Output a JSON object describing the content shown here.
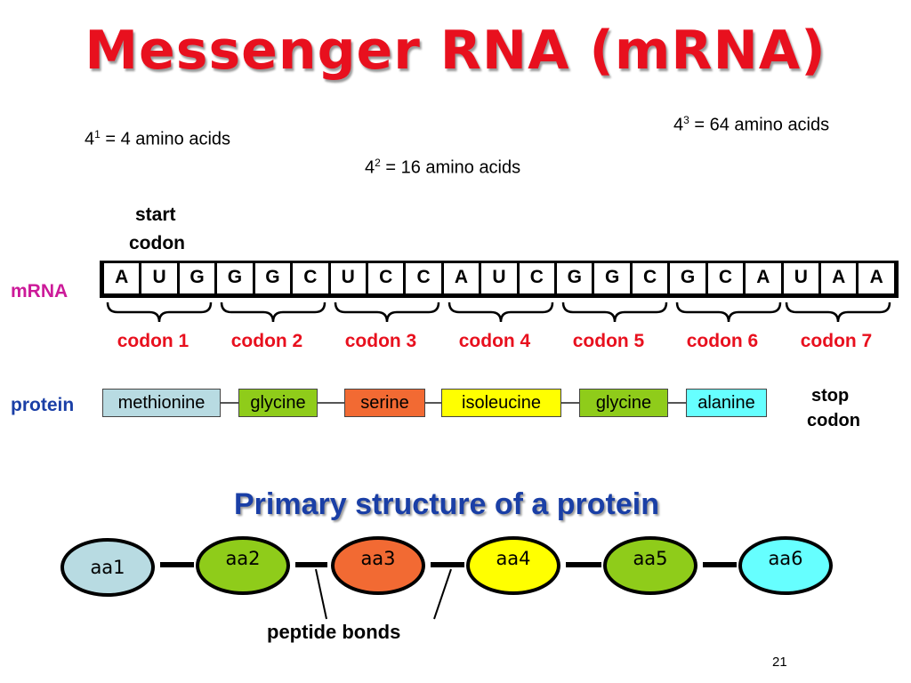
{
  "title": "Messenger RNA (mRNA)",
  "powers": [
    {
      "base": "4",
      "exp": "1",
      "text": " = 4 amino acids"
    },
    {
      "base": "4",
      "exp": "2",
      "text": " = 16 amino acids"
    },
    {
      "base": "4",
      "exp": "3",
      "text": " = 64 amino acids"
    }
  ],
  "start_codon": {
    "line1": "start",
    "line2": "codon"
  },
  "mrna_label": "mRNA",
  "bases": [
    "A",
    "U",
    "G",
    "G",
    "G",
    "C",
    "U",
    "C",
    "C",
    "A",
    "U",
    "C",
    "G",
    "G",
    "C",
    "G",
    "C",
    "A",
    "U",
    "A",
    "A"
  ],
  "codons": [
    "codon 1",
    "codon 2",
    "codon 3",
    "codon 4",
    "codon 5",
    "codon 6",
    "codon 7"
  ],
  "protein_label": "protein",
  "amino_acids": [
    {
      "name": "methionine",
      "color": "#b8dbe2"
    },
    {
      "name": "glycine",
      "color": "#8fcc1a"
    },
    {
      "name": "serine",
      "color": "#f26a33"
    },
    {
      "name": "isoleucine",
      "color": "#ffff00"
    },
    {
      "name": "glycine",
      "color": "#8fcc1a"
    },
    {
      "name": "alanine",
      "color": "#66ffff"
    }
  ],
  "stop_codon": {
    "line1": "stop",
    "line2": "codon"
  },
  "primary_title": "Primary structure of a protein",
  "chain": [
    {
      "label": "aa1",
      "color": "#b8dbe2"
    },
    {
      "label": "aa2",
      "color": "#8fcc1a"
    },
    {
      "label": "aa3",
      "color": "#f26a33"
    },
    {
      "label": "aa4",
      "color": "#ffff00"
    },
    {
      "label": "aa5",
      "color": "#8fcc1a"
    },
    {
      "label": "aa6",
      "color": "#66ffff"
    }
  ],
  "peptide_label": "peptide bonds",
  "page_number": "21"
}
